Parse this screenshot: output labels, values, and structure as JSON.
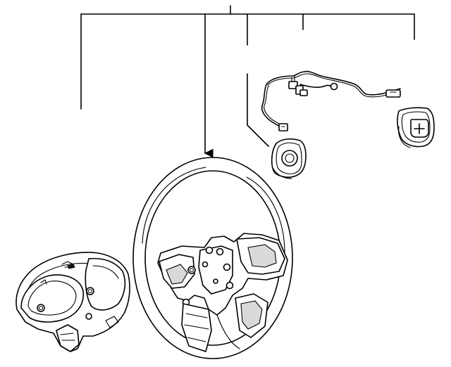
{
  "diagram": {
    "components": [
      {
        "id": "airbag-module",
        "icon": "airbag-module-icon"
      },
      {
        "id": "steering-wheel",
        "icon": "steering-wheel-icon"
      },
      {
        "id": "wiring-harness",
        "icon": "wiring-harness-icon"
      },
      {
        "id": "left-switch",
        "icon": "switch-icon"
      },
      {
        "id": "right-switch",
        "icon": "switch-icon"
      }
    ],
    "colors": {
      "stroke": "#000000",
      "background": "#ffffff",
      "shade": "#d9d9d9"
    }
  }
}
